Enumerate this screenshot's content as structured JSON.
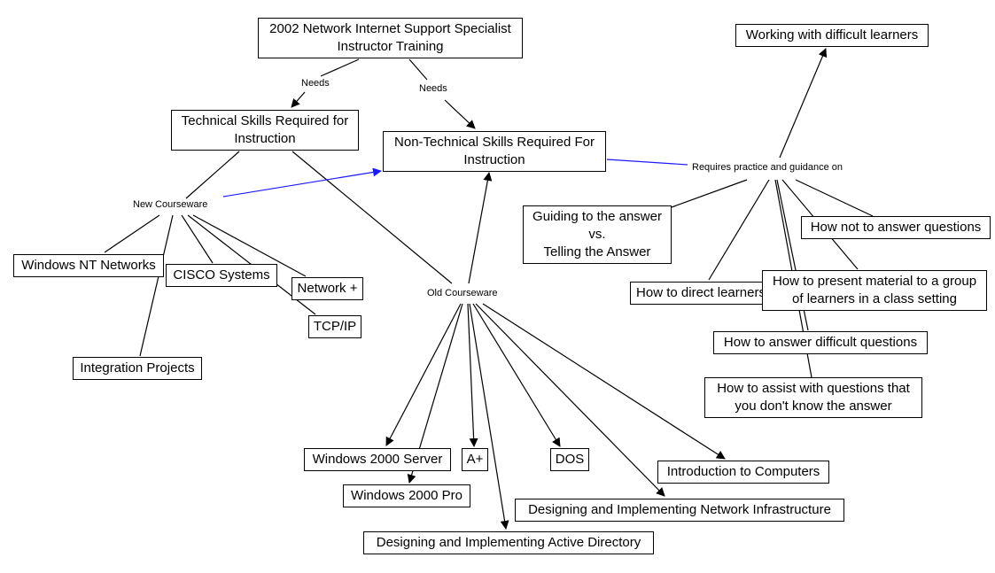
{
  "diagram": {
    "type": "concept-map",
    "colors": {
      "line": "#000000",
      "highlight": "#1a1aff",
      "background": "#ffffff"
    },
    "nodes": [
      {
        "id": "root",
        "text": "2002 Network Internet Support Specialist\nInstructor Training",
        "kind": "box"
      },
      {
        "id": "needs1",
        "text": "Needs",
        "kind": "label"
      },
      {
        "id": "needs2",
        "text": "Needs",
        "kind": "label"
      },
      {
        "id": "tech",
        "text": "Technical Skills Required for\nInstruction",
        "kind": "box"
      },
      {
        "id": "nontech",
        "text": "Non-Technical Skills Required For\nInstruction",
        "kind": "box"
      },
      {
        "id": "newcw",
        "text": "New Courseware",
        "kind": "label"
      },
      {
        "id": "oldcw",
        "text": "Old Courseware",
        "kind": "label"
      },
      {
        "id": "reqs",
        "text": "Requires practice and guidance on",
        "kind": "label"
      },
      {
        "id": "wdl",
        "text": "Working with difficult learners",
        "kind": "box"
      },
      {
        "id": "guide",
        "text": "Guiding to the answer\nvs.\nTelling the Answer",
        "kind": "box"
      },
      {
        "id": "notans",
        "text": "How not to answer questions",
        "kind": "box"
      },
      {
        "id": "direct",
        "text": "How to direct learners",
        "kind": "box"
      },
      {
        "id": "present",
        "text": "How to present material to a group\nof learners in a class setting",
        "kind": "box"
      },
      {
        "id": "diffq",
        "text": "How to answer difficult questions",
        "kind": "box"
      },
      {
        "id": "assist",
        "text": "How to assist with questions that\nyou don't know the answer",
        "kind": "box"
      },
      {
        "id": "wnt",
        "text": "Windows NT Networks",
        "kind": "box"
      },
      {
        "id": "cisco",
        "text": "CISCO Systems",
        "kind": "box"
      },
      {
        "id": "netplus",
        "text": "Network +",
        "kind": "box"
      },
      {
        "id": "tcpip",
        "text": "TCP/IP",
        "kind": "box"
      },
      {
        "id": "integ",
        "text": "Integration Projects",
        "kind": "box"
      },
      {
        "id": "w2ks",
        "text": "Windows 2000 Server",
        "kind": "box"
      },
      {
        "id": "w2kp",
        "text": "Windows 2000 Pro",
        "kind": "box"
      },
      {
        "id": "aplus",
        "text": "A+",
        "kind": "box"
      },
      {
        "id": "dos",
        "text": "DOS",
        "kind": "box"
      },
      {
        "id": "intro",
        "text": "Introduction to Computers",
        "kind": "box"
      },
      {
        "id": "dinet",
        "text": "Designing and Implementing Network Infrastructure",
        "kind": "box"
      },
      {
        "id": "diad",
        "text": "Designing and Implementing Active Directory",
        "kind": "box"
      }
    ],
    "edges": [
      {
        "from": "root",
        "to": "needs1",
        "arrow": false,
        "color": "line"
      },
      {
        "from": "needs1",
        "to": "tech",
        "arrow": true,
        "color": "line"
      },
      {
        "from": "root",
        "to": "needs2",
        "arrow": false,
        "color": "line"
      },
      {
        "from": "needs2",
        "to": "nontech",
        "arrow": true,
        "color": "line"
      },
      {
        "from": "tech",
        "to": "newcw",
        "arrow": false,
        "color": "line"
      },
      {
        "from": "tech",
        "to": "oldcw",
        "arrow": false,
        "color": "line"
      },
      {
        "from": "newcw",
        "to": "nontech",
        "arrow": true,
        "color": "highlight"
      },
      {
        "from": "oldcw",
        "to": "nontech",
        "arrow": true,
        "color": "line"
      },
      {
        "from": "nontech",
        "to": "reqs",
        "arrow": false,
        "color": "highlight"
      },
      {
        "from": "reqs",
        "to": "wdl",
        "arrow": true,
        "color": "line"
      },
      {
        "from": "reqs",
        "to": "guide",
        "arrow": false,
        "color": "line"
      },
      {
        "from": "reqs",
        "to": "direct",
        "arrow": false,
        "color": "line"
      },
      {
        "from": "reqs",
        "to": "notans",
        "arrow": false,
        "color": "line"
      },
      {
        "from": "reqs",
        "to": "present",
        "arrow": false,
        "color": "line"
      },
      {
        "from": "reqs",
        "to": "diffq",
        "arrow": false,
        "color": "line"
      },
      {
        "from": "reqs",
        "to": "assist",
        "arrow": false,
        "color": "line"
      },
      {
        "from": "newcw",
        "to": "wnt",
        "arrow": false,
        "color": "line"
      },
      {
        "from": "newcw",
        "to": "integ",
        "arrow": false,
        "color": "line"
      },
      {
        "from": "newcw",
        "to": "cisco",
        "arrow": false,
        "color": "line"
      },
      {
        "from": "newcw",
        "to": "netplus",
        "arrow": false,
        "color": "line"
      },
      {
        "from": "newcw",
        "to": "tcpip",
        "arrow": false,
        "color": "line"
      },
      {
        "from": "oldcw",
        "to": "w2ks",
        "arrow": true,
        "color": "line"
      },
      {
        "from": "oldcw",
        "to": "w2kp",
        "arrow": true,
        "color": "line"
      },
      {
        "from": "oldcw",
        "to": "aplus",
        "arrow": true,
        "color": "line"
      },
      {
        "from": "oldcw",
        "to": "diad",
        "arrow": true,
        "color": "line"
      },
      {
        "from": "oldcw",
        "to": "dos",
        "arrow": true,
        "color": "line"
      },
      {
        "from": "oldcw",
        "to": "dinet",
        "arrow": true,
        "color": "line"
      },
      {
        "from": "oldcw",
        "to": "intro",
        "arrow": true,
        "color": "line"
      }
    ]
  }
}
